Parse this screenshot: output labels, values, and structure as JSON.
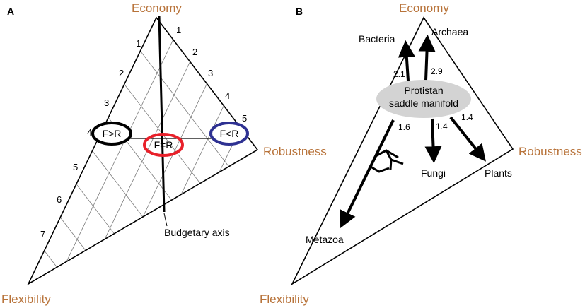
{
  "panel_a": {
    "letter": "A",
    "vertices": {
      "top": "Economy",
      "right": "Robustness",
      "bottom_left": "Flexibility"
    },
    "left_scale": [
      "1",
      "2",
      "3",
      "4",
      "5",
      "6",
      "7"
    ],
    "right_scale": [
      "1",
      "2",
      "3",
      "4",
      "5"
    ],
    "ovals": [
      {
        "label": "F>R",
        "color": "#000000"
      },
      {
        "label": "F=R",
        "color": "#e8202a"
      },
      {
        "label": "F<R",
        "color": "#2e3192"
      }
    ],
    "axis_label": "Budgetary axis"
  },
  "panel_b": {
    "letter": "B",
    "vertices": {
      "top": "Economy",
      "right": "Robustness",
      "bottom_left": "Flexibility"
    },
    "center_label_line1": "Protistan",
    "center_label_line2": "saddle manifold",
    "center_fill": "#d3d3d3",
    "branches": [
      {
        "target": "Bacteria",
        "rate": "2.1"
      },
      {
        "target": "Archaea",
        "rate": "2.9"
      },
      {
        "target": "Metazoa",
        "rate": "1.6"
      },
      {
        "target": "Fungi",
        "rate": "1.4"
      },
      {
        "target": "Plants",
        "rate": "1.4"
      }
    ]
  }
}
